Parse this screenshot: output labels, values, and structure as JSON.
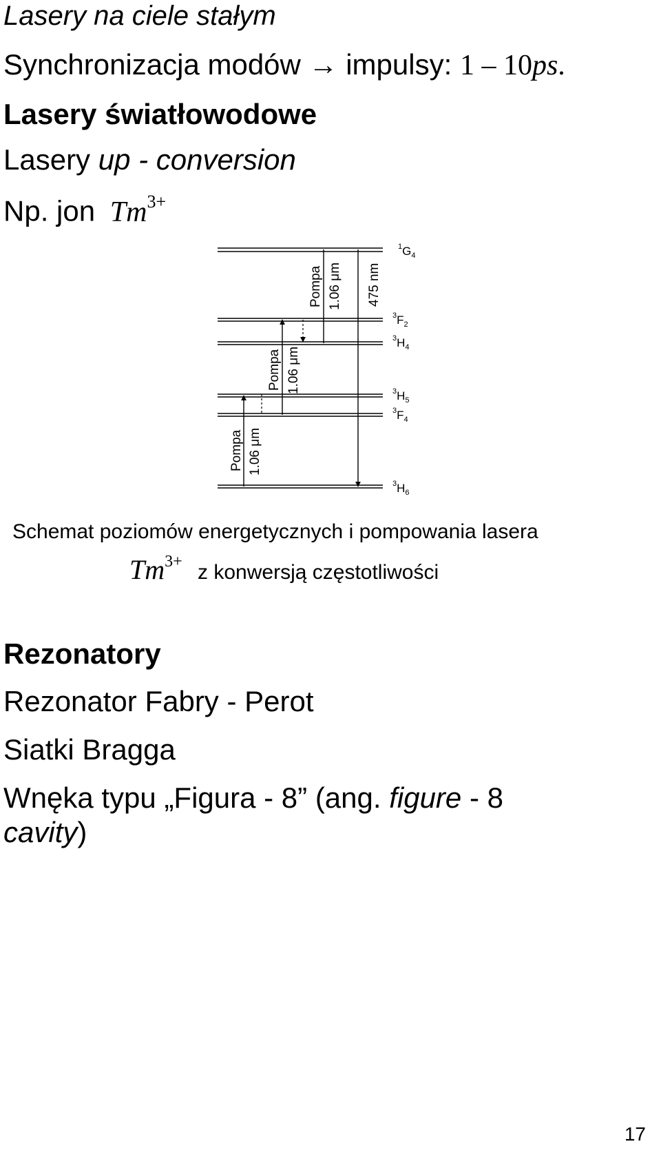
{
  "section1": {
    "title": "Lasery na ciele stałym",
    "mode_locking": {
      "text": "Synchronizacja modów",
      "arrow": "→",
      "pulses_label": "impulsy:",
      "range": "1 – 10",
      "unit": "ps",
      "period": "."
    }
  },
  "section2": {
    "title": "Lasery światłowodowe",
    "upconv_prefix": "Lasery",
    "upconv_italic": "up - conversion",
    "example_prefix": "Np. jon",
    "ion_symbol": "Tm",
    "ion_charge": "3+"
  },
  "diagram": {
    "levels": [
      {
        "sup": "1",
        "main": "G",
        "sub": "4"
      },
      {
        "sup": "3",
        "main": "F",
        "sub": "2"
      },
      {
        "sup": "3",
        "main": "H",
        "sub": "4"
      },
      {
        "sup": "3",
        "main": "H",
        "sub": "5"
      },
      {
        "sup": "3",
        "main": "F",
        "sub": "4"
      },
      {
        "sup": "3",
        "main": "H",
        "sub": "6"
      }
    ],
    "pump_label": "Pompa",
    "pump_wavelength": "1.06 μm",
    "emission_wavelength": "475 nm"
  },
  "caption": {
    "line1": "Schemat poziomów energetycznych i pompowania lasera",
    "ion_symbol": "Tm",
    "ion_charge": "3+",
    "line2": "z konwersją częstotliwości"
  },
  "section3": {
    "title": "Rezonatory",
    "items": [
      "Rezonator Fabry - Perot",
      "Siatki Bragga"
    ],
    "cavity_prefix": "Wnęka typu „Figura - 8” (ang.",
    "cavity_italic1": "figure",
    "cavity_mid": "- 8",
    "cavity_italic2": "cavity",
    "cavity_suffix": ")"
  },
  "page_number": "17"
}
